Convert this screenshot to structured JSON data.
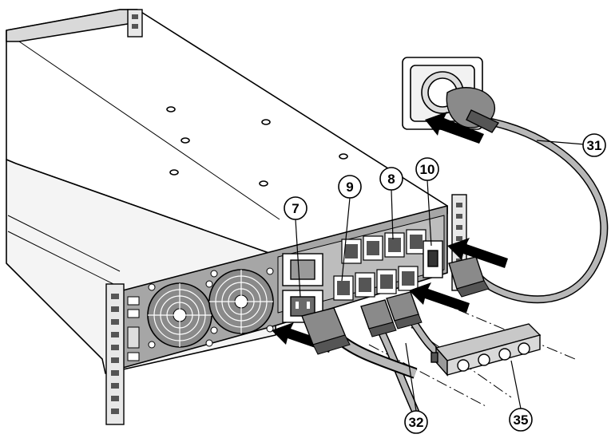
{
  "callouts": {
    "c7": {
      "label": "7"
    },
    "c8": {
      "label": "8"
    },
    "c9": {
      "label": "9"
    },
    "c10": {
      "label": "10"
    },
    "c31": {
      "label": "31"
    },
    "c32": {
      "label": "32"
    },
    "c35": {
      "label": "35"
    }
  },
  "colors": {
    "line": "#000000",
    "body_fill": "#ffffff",
    "panel_gray": "#9a9a9a",
    "cable_gray": "#b8b8b8",
    "dark_gray": "#5a5a5a",
    "arrow": "#000000"
  }
}
